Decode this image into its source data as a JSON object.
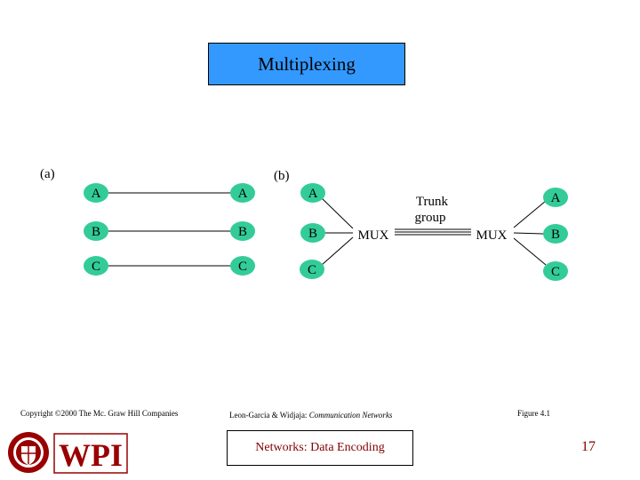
{
  "slide": {
    "title": "Multiplexing",
    "panel_a_label": "(a)",
    "panel_b_label": "(b)"
  },
  "panel_a": {
    "left_nodes": [
      "A",
      "B",
      "C"
    ],
    "right_nodes": [
      "A",
      "B",
      "C"
    ]
  },
  "panel_b": {
    "left_nodes": [
      "A",
      "B",
      "C"
    ],
    "right_nodes": [
      "A",
      "B",
      "C"
    ],
    "mux_left": "MUX",
    "mux_right": "MUX",
    "trunk_label_line1": "Trunk",
    "trunk_label_line2": "group"
  },
  "footer": {
    "copyright": "Copyright ©2000 The Mc. Graw Hill Companies",
    "citation_prefix": "Leon-Garcia & Widjaja: ",
    "citation_title": "Communication Networks",
    "figure": "Figure 4.1",
    "topic": "Networks: Data Encoding",
    "page": "17",
    "logo_text": "WPI"
  },
  "colors": {
    "title_bg": "#3399ff",
    "node_fill": "#33cc99",
    "footer_accent": "#800000",
    "logo_red": "#990000"
  }
}
